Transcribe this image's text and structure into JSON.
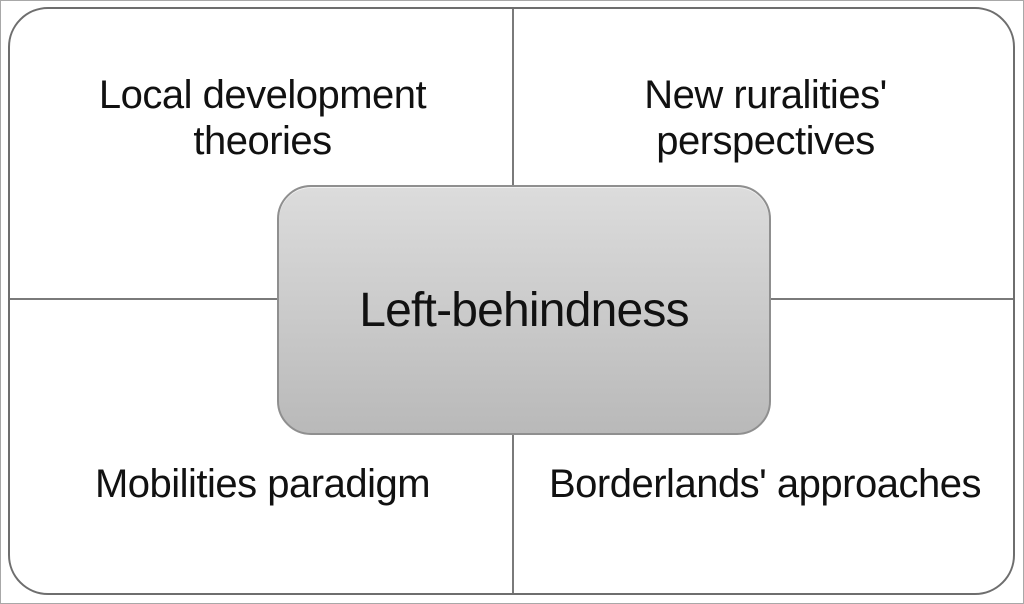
{
  "diagram": {
    "center": {
      "label": "Left-behindness"
    },
    "quadrants": {
      "top_left": "Local development theories",
      "top_right": "New ruralities' perspectives",
      "bottom_left": "Mobilities paradigm",
      "bottom_right": "Borderlands' approaches"
    }
  },
  "colors": {
    "center_fill_top": "#dcdcdc",
    "center_fill_bottom": "#b9b9b9",
    "outline": "#6e6e6e",
    "text": "#111111"
  }
}
